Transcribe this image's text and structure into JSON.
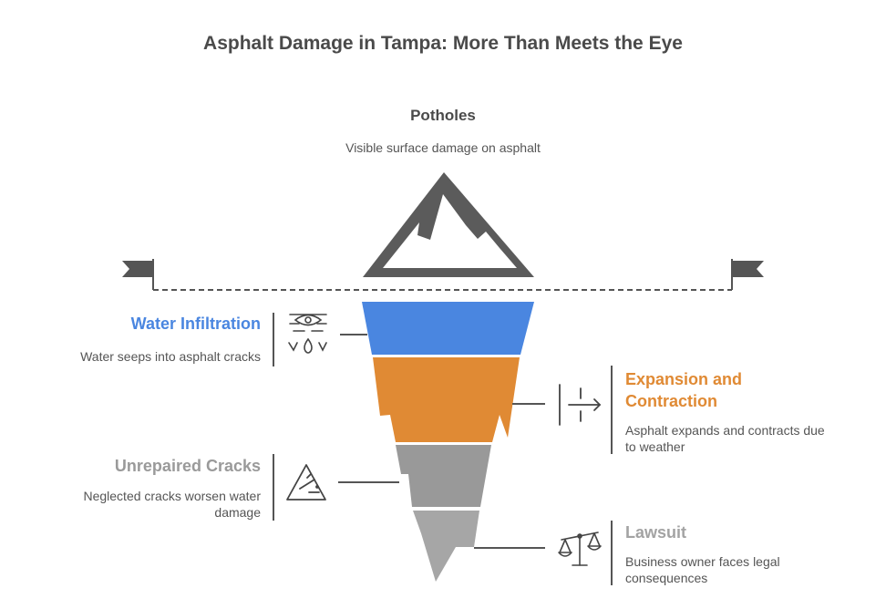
{
  "title": "Asphalt Damage in Tampa: More Than Meets the Eye",
  "top": {
    "title": "Potholes",
    "description": "Visible surface damage on asphalt"
  },
  "items": [
    {
      "title": "Water Infiltration",
      "description": "Water seeps into asphalt cracks",
      "color": "#4a86e0",
      "icon": "water-drop-icon"
    },
    {
      "title": "Expansion and Contraction",
      "title_line1": "Expansion and",
      "title_line2": "Contraction",
      "description": "Asphalt expands and contracts due to weather",
      "description_line1": "Asphalt expands and contracts due",
      "description_line2": "to weather",
      "color": "#e08a34",
      "icon": "expand-arrow-icon"
    },
    {
      "title": "Unrepaired Cracks",
      "description": "Neglected cracks worsen water damage",
      "description_line1": "Neglected cracks worsen water",
      "description_line2": "damage",
      "color": "#9a9a9a",
      "icon": "warning-triangle-icon"
    },
    {
      "title": "Lawsuit",
      "description": "Business owner faces legal consequences",
      "description_line1": "Business owner faces legal",
      "description_line2": "consequences",
      "color": "#a3a3a3",
      "icon": "scales-icon"
    }
  ]
}
